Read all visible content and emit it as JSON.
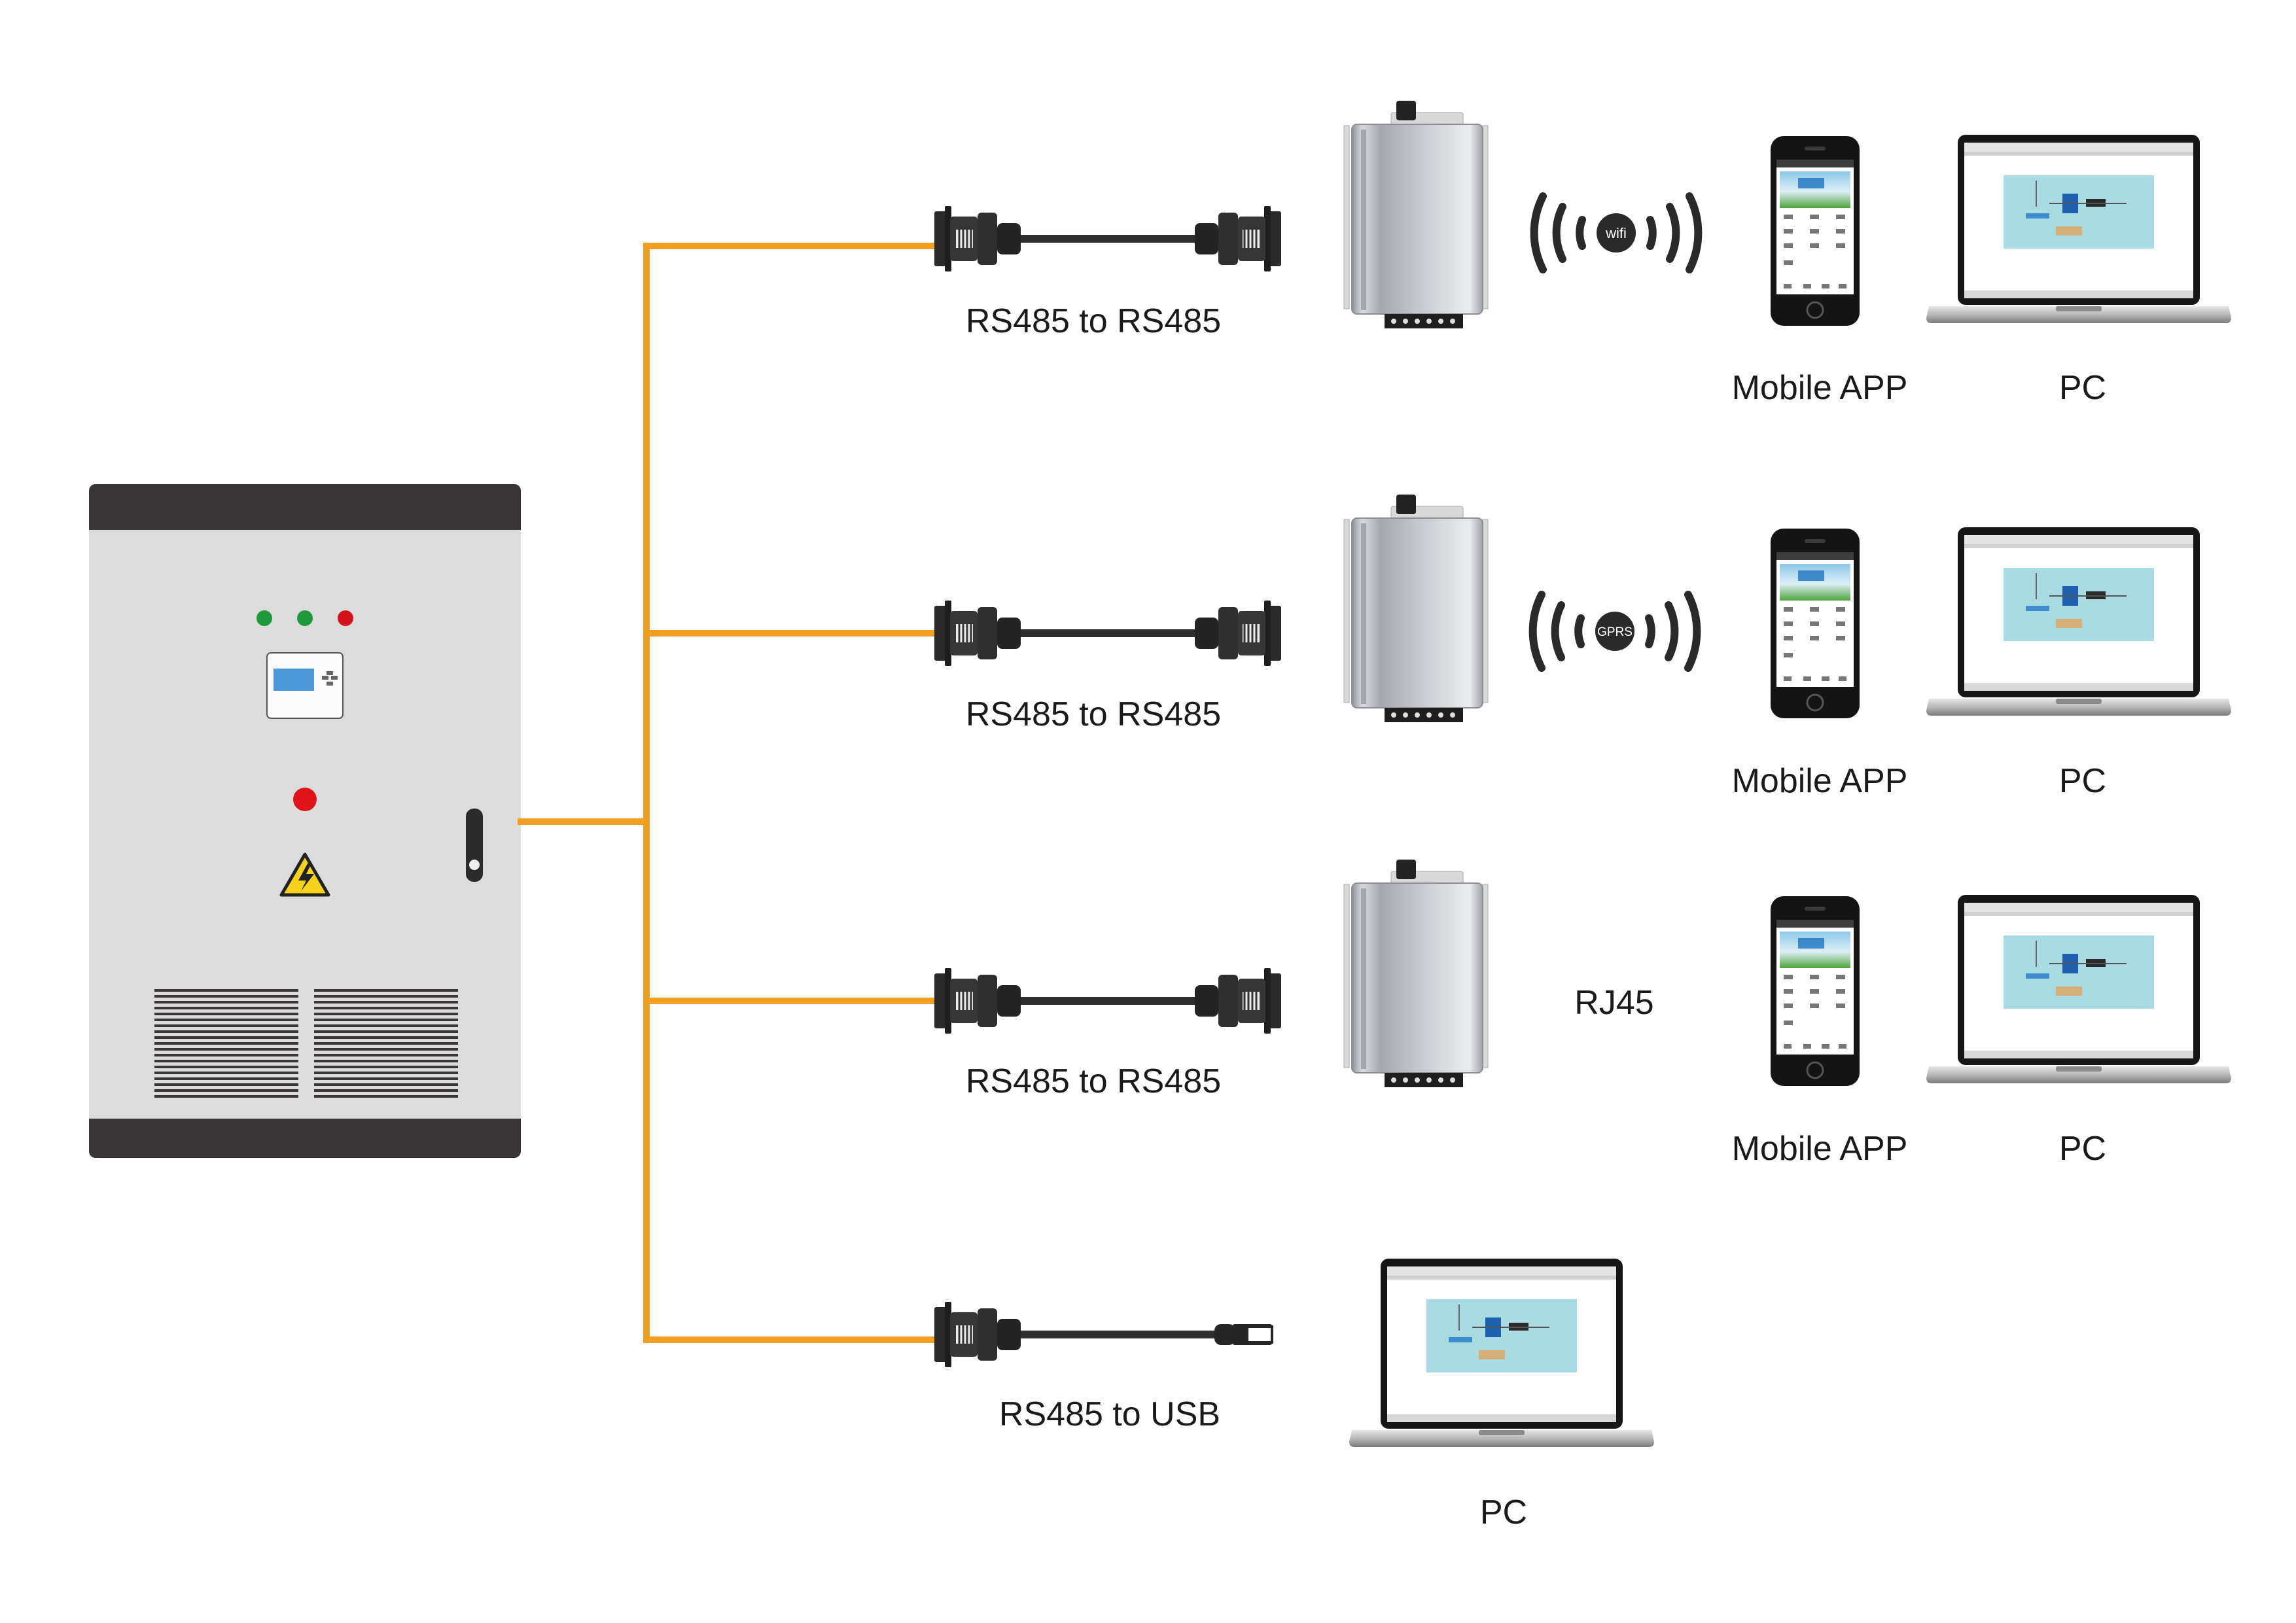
{
  "colors": {
    "trunk": "#F0A01E",
    "cable": "#2E2E2E",
    "cabinet_body": "#DCDCDC",
    "cabinet_band": "#3A3537",
    "led_green": "#1E9A3C",
    "led_red": "#D3141C",
    "warning": "#F6D21C",
    "device_body": "#B9BCC2",
    "screen": "#A7DCE0"
  },
  "icons": {
    "cabinet": "control-cabinet-icon",
    "gateway": "communication-module-icon",
    "connector": "db9-connector-icon",
    "usb": "usb-plug-icon",
    "phone": "smartphone-icon",
    "laptop": "laptop-icon",
    "signal": "wireless-signal-icon",
    "warning": "high-voltage-warning-icon"
  },
  "rows": [
    {
      "cable_label": "RS485 to RS485",
      "link_type": "wifi",
      "link_label": "wifi",
      "mobile_label": "Mobile APP",
      "pc_label": "PC"
    },
    {
      "cable_label": "RS485 to RS485",
      "link_type": "gprs",
      "link_label": "GPRS",
      "mobile_label": "Mobile APP",
      "pc_label": "PC"
    },
    {
      "cable_label": "RS485 to RS485",
      "link_type": "rj45",
      "link_label": "RJ45",
      "mobile_label": "Mobile APP",
      "pc_label": "PC"
    },
    {
      "cable_label": "RS485 to USB",
      "link_type": "usb",
      "pc_label": "PC"
    }
  ]
}
